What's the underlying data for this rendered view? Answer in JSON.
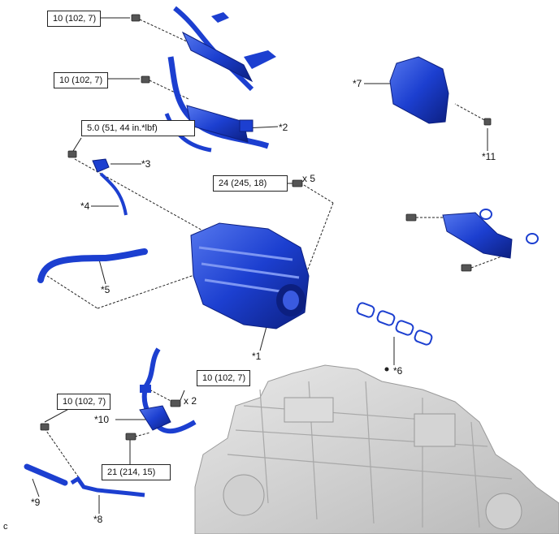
{
  "colors": {
    "part": "#1c3fd0",
    "part_dark": "#0f2690",
    "part_light": "#6f8ff5",
    "engine": "#c8c8c8",
    "line": "#222222"
  },
  "torques": {
    "t1": "10 (102, 7)",
    "t2": "10 (102, 7)",
    "t3": "5.0 (51, 44 in.*lbf)",
    "t4": "24 (245, 18)",
    "t5": "10 (102, 7)",
    "t6": "10 (102, 7)",
    "t7": "21 (214, 15)"
  },
  "qty": {
    "q1": "x 5",
    "q2": "x 2"
  },
  "parts": {
    "p1": "*1",
    "p2": "*2",
    "p3": "*3",
    "p4": "*4",
    "p5": "*5",
    "p6": "*6",
    "p7": "*7",
    "p8": "*8",
    "p9": "*9",
    "p10": "*10",
    "p11": "*11"
  },
  "corner_mark": "c"
}
